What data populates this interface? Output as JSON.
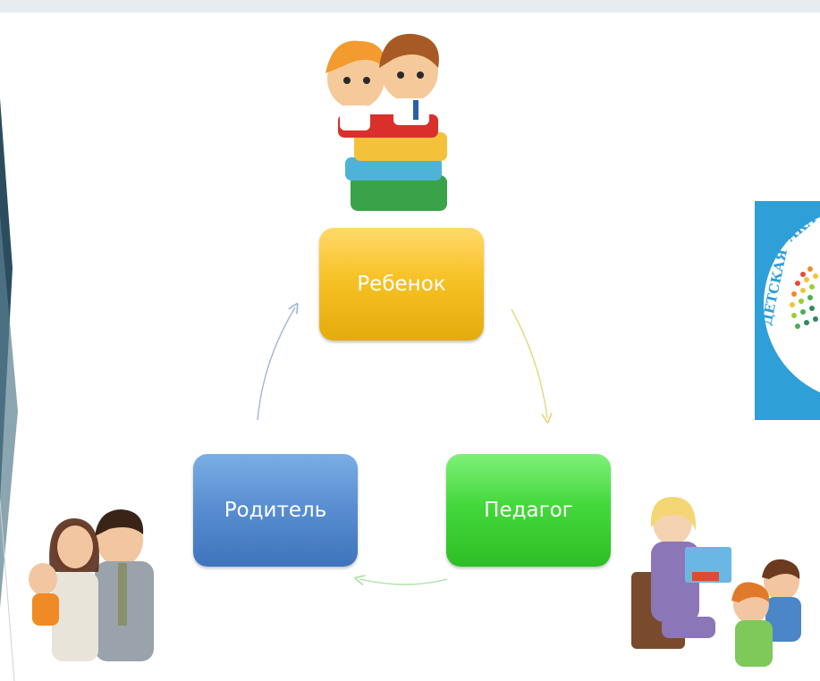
{
  "diagram": {
    "nodes": [
      {
        "id": "child",
        "label": "Ребенок",
        "color": "#f5be1c"
      },
      {
        "id": "teacher",
        "label": "Педагог",
        "color": "#3fd436"
      },
      {
        "id": "parent",
        "label": "Родитель",
        "color": "#5289cf"
      }
    ],
    "edges": [
      {
        "from": "child",
        "to": "teacher",
        "color": "#e8d57a"
      },
      {
        "from": "teacher",
        "to": "parent",
        "color": "#a9e3a4"
      },
      {
        "from": "parent",
        "to": "child",
        "color": "#9eb6d3"
      }
    ]
  },
  "illustrations": {
    "top": "children-on-books-illustration",
    "bottom_left": "family-illustration",
    "bottom_right": "teacher-reading-to-children-illustration",
    "logo": "детская академия"
  }
}
